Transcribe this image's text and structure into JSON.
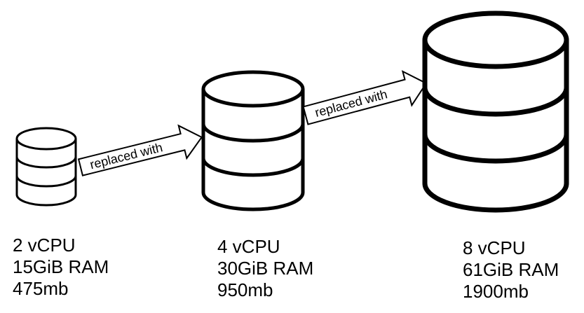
{
  "colors": {
    "background": "#ffffff",
    "stroke": "#000000"
  },
  "icons": {
    "database": "database-cylinder-icon",
    "arrow": "right-arrow-icon"
  },
  "arrows": [
    {
      "label": "replaced with"
    },
    {
      "label": "replaced with"
    }
  ],
  "servers": [
    {
      "cpu": "2 vCPU",
      "ram": "15GiB RAM",
      "size": "475mb"
    },
    {
      "cpu": "4 vCPU",
      "ram": "30GiB RAM",
      "size": "950mb"
    },
    {
      "cpu": "8 vCPU",
      "ram": "61GiB RAM",
      "size": "1900mb"
    }
  ]
}
